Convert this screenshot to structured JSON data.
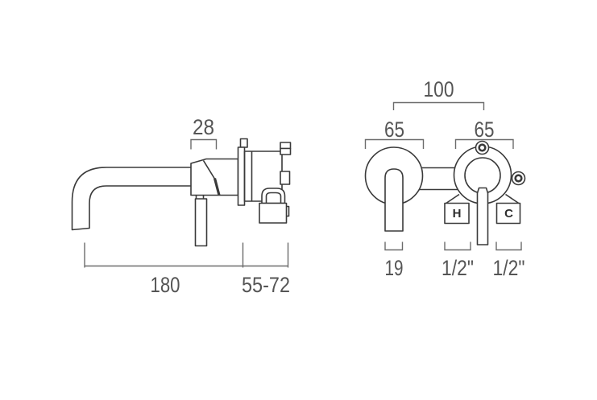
{
  "drawing": {
    "colors": {
      "background": "#ffffff",
      "line": "#3a3a3a",
      "dimension_line": "#6b6b6b",
      "dimension_text": "#555555"
    },
    "side_view": {
      "dim_handle_depth": "28",
      "dim_spout_reach": "180",
      "dim_wall_range": "55-72"
    },
    "front_view": {
      "dim_hole_centres": "100",
      "dim_left_width": "65",
      "dim_right_width": "65",
      "dim_spout_width": "19",
      "dim_hot": "1/2\"",
      "dim_cold": "1/2\"",
      "hot_marker": "H",
      "cold_marker": "C"
    }
  }
}
